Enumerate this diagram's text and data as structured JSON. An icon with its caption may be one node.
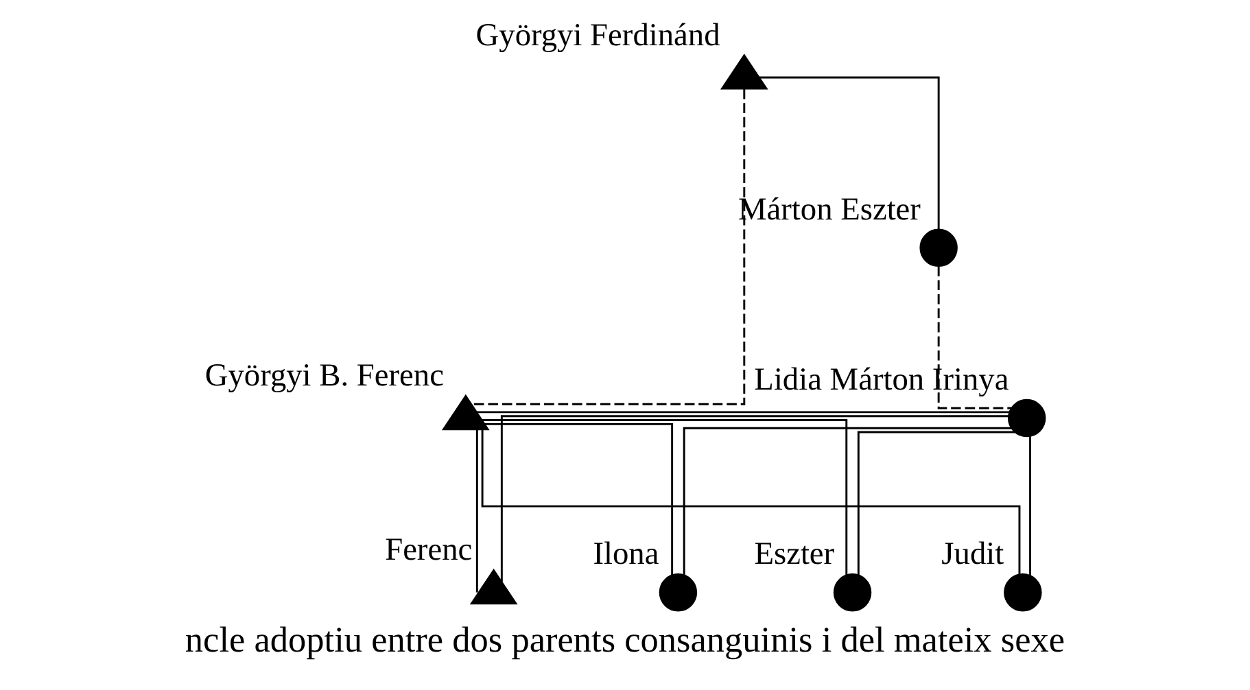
{
  "diagram": {
    "caption": "ncle adoptiu entre dos parents consanguinis i del mateix sexe",
    "nodes": [
      {
        "text": [],
        "shape": "triangle",
        "beside": [
          "Györgyi Ferdinánd"
        ]
      },
      {
        "text": [],
        "shape": "circle",
        "beside": [
          "Márton Eszter"
        ]
      },
      {
        "text": [],
        "shape": "triangle",
        "beside": [
          "Györgyi B. Ferenc"
        ]
      },
      {
        "text": [],
        "shape": "circle",
        "beside": [
          "Lidia Márton Irinya"
        ]
      },
      {
        "text": [],
        "shape": "circle",
        "beside": [
          "Eszter"
        ]
      },
      {
        "text": [],
        "shape": "circle",
        "beside": [
          "Judit"
        ]
      },
      {
        "text": [],
        "shape": "triangle",
        "beside": [
          "Ferenc"
        ]
      },
      {
        "text": [],
        "shape": "circle",
        "beside": [
          "Ilona"
        ]
      }
    ],
    "edges": [
      {
        "from": 0,
        "to": 1,
        "arrow": "none"
      },
      {
        "from": 0,
        "to": 2,
        "arrow": "none",
        "style": "dashed"
      },
      {
        "from": 1,
        "to": 3,
        "arrow": "none",
        "style": "dashed"
      },
      {
        "from": 2,
        "to": 3,
        "arrow": "none"
      },
      {
        "from": 2,
        "to": 4,
        "arrow": "none"
      },
      {
        "from": 2,
        "to": 5,
        "arrow": "none"
      },
      {
        "from": 2,
        "to": 6,
        "arrow": "none"
      },
      {
        "from": 2,
        "to": 7,
        "arrow": "none"
      },
      {
        "from": 3,
        "to": 4,
        "arrow": "none"
      },
      {
        "from": 3,
        "to": 5,
        "arrow": "none"
      },
      {
        "from": 3,
        "to": 6,
        "arrow": "none"
      },
      {
        "from": 3,
        "to": 7,
        "arrow": "none"
      }
    ]
  }
}
